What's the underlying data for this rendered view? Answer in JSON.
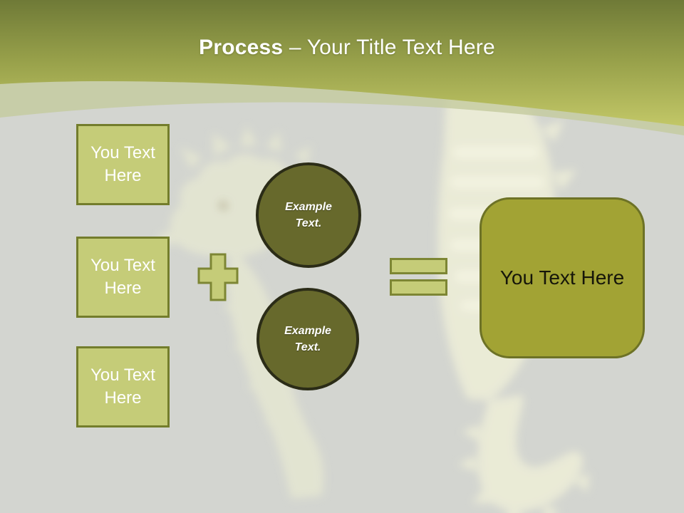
{
  "slide": {
    "title": {
      "emphasis": "Process",
      "rest": " – Your Title Text Here"
    },
    "left_boxes": [
      {
        "label": "You Text Here"
      },
      {
        "label": "You Text Here"
      },
      {
        "label": "You Text Here"
      }
    ],
    "circles": [
      {
        "label": "Example Text."
      },
      {
        "label": "Example Text."
      }
    ],
    "operators": {
      "plus": "plus-icon",
      "equals": "equals-icon"
    },
    "result_box": {
      "label": "You Text Here"
    },
    "background": {
      "description": "faded seahorse photo"
    },
    "colors": {
      "header_gradient_top": "#6f7a37",
      "header_gradient_bottom": "#c2c767",
      "header_band": "#c7cda8",
      "slide_background": "#d3d5d0",
      "shape_fill": "#c5cc78",
      "shape_border": "#737d2c",
      "operator_border": "#7d8634",
      "circle_fill": "#67692c",
      "circle_border": "#2b2c17",
      "result_fill": "#a2a334",
      "result_border": "#6d7226",
      "title_text": "#ffffff",
      "result_text": "#16160a"
    }
  }
}
